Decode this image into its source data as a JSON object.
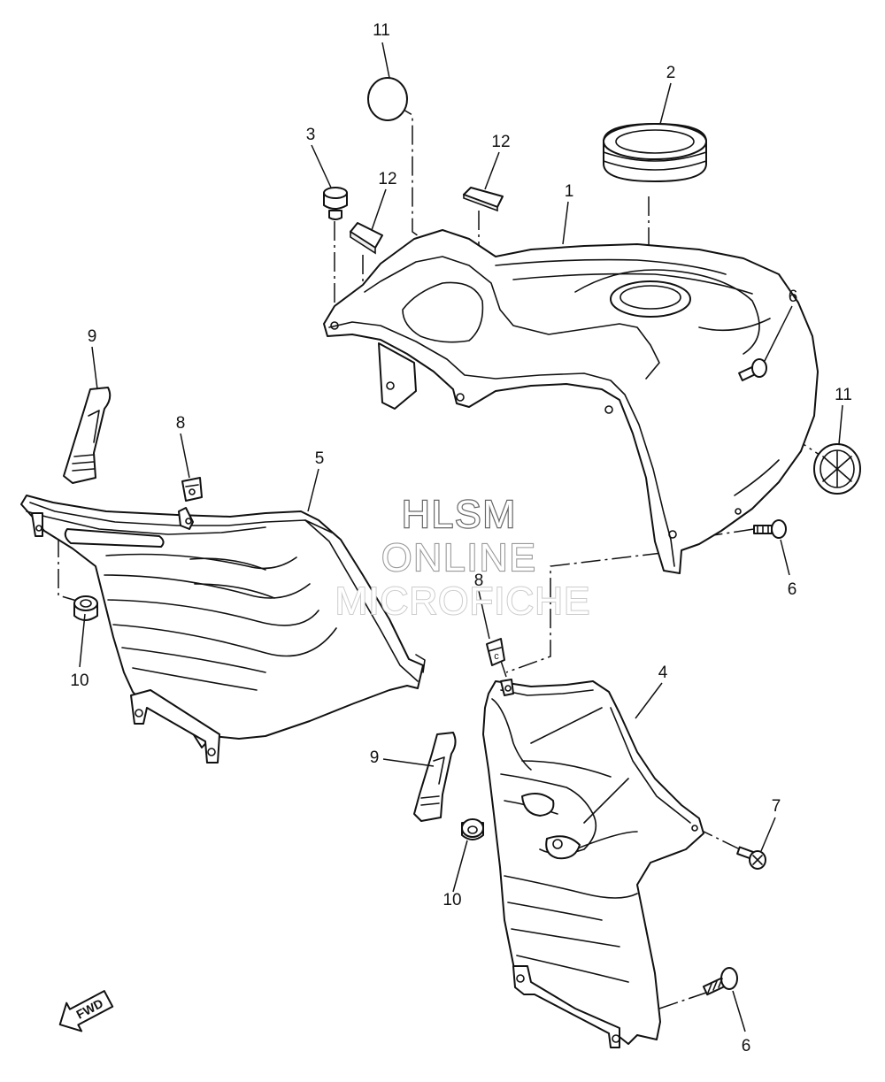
{
  "callouts": {
    "c1": "1",
    "c2": "2",
    "c3": "3",
    "c4": "4",
    "c5": "5",
    "c6a": "6",
    "c6b": "6",
    "c6c": "6",
    "c7": "7",
    "c8a": "8",
    "c8b": "8",
    "c9a": "9",
    "c9b": "9",
    "c10a": "10",
    "c10b": "10",
    "c11a": "11",
    "c11b": "11",
    "c12a": "12",
    "c12b": "12"
  },
  "watermark": {
    "line1": "HLSM",
    "line2": "ONLINE",
    "line3": "MICROFICHE"
  },
  "fwd_arrow": {
    "label": "FWD"
  }
}
